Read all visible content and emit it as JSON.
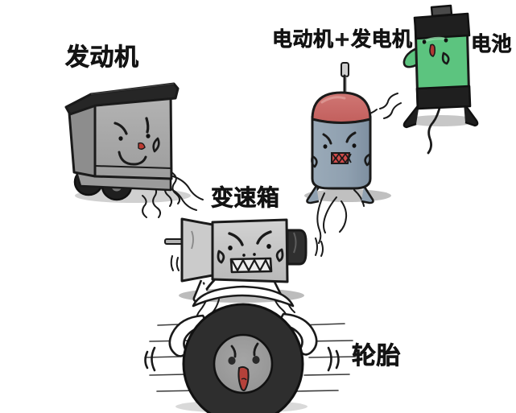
{
  "illustration": {
    "title": "Hybrid powertrain cartoon characters diagram",
    "background_color": "#ffffff",
    "labels": {
      "engine": "发动机",
      "motor_generator": "电动机+发电机",
      "battery": "电池",
      "transmission": "变速箱",
      "tire": "轮胎"
    },
    "characters": [
      {
        "id": "engine",
        "label": "发动机",
        "body_color": "#a8a8a8",
        "accent_color": "#2b2b2b",
        "outline_color": "#1a1a1a",
        "expression": "angry",
        "mouth_color": "#c0392b"
      },
      {
        "id": "motor-generator",
        "label": "电动机+发电机",
        "body_color": "#8fa0b0",
        "accent_color": "#c9605e",
        "outline_color": "#1a1a1a",
        "expression": "angry",
        "mouth_color": "#d04a4a"
      },
      {
        "id": "battery",
        "label": "电池",
        "body_color": "#5cc47f",
        "accent_color": "#1a1a1a",
        "outline_color": "#1a1a1a",
        "expression": "smiling",
        "mouth_color": "#c0392b"
      },
      {
        "id": "transmission",
        "label": "变速箱",
        "body_color": "#c4c4c4",
        "accent_color": "#3a3a3a",
        "outline_color": "#1a1a1a",
        "expression": "gritted-teeth"
      },
      {
        "id": "tire",
        "label": "轮胎",
        "body_color": "#2e2e2e",
        "accent_color": "#9a9a9a",
        "outline_color": "#1a1a1a",
        "expression": "shocked",
        "mouth_color": "#c0392b"
      }
    ],
    "connectors": [
      {
        "from": "engine",
        "to": "transmission",
        "style": "squiggly-lines"
      },
      {
        "from": "motor-generator",
        "to": "transmission",
        "style": "squiggly-lines"
      },
      {
        "from": "battery",
        "to": "motor-generator",
        "style": "squiggly-lines"
      },
      {
        "from": "transmission",
        "to": "tire",
        "style": "squiggly-lines"
      }
    ]
  }
}
